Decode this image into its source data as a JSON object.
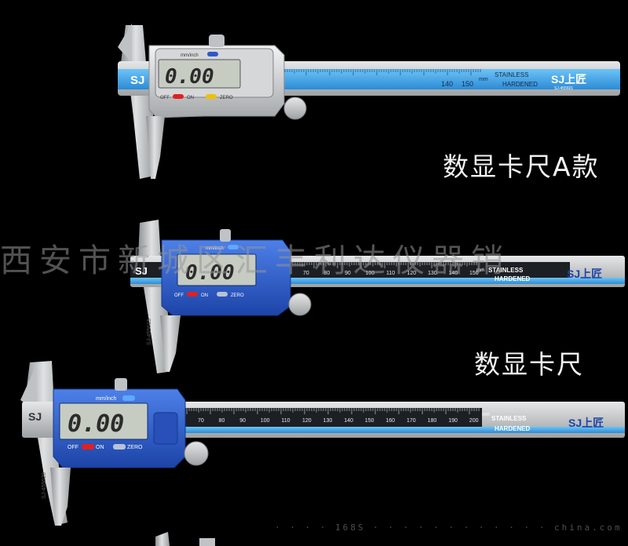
{
  "captions": {
    "a_model": "数显卡尺A款",
    "standard": "数显卡尺"
  },
  "watermark": "西安市新城区汇丰利达仪器销",
  "bottom_strip": "· · · · 168S · · · · · · · · · · · · china.com",
  "caliper_a": {
    "reading": "0.00",
    "unit_button": "mm/inch",
    "off_label": "OFF",
    "on_label": "ON",
    "zero_label": "ZERO",
    "beam_brand": "SJ",
    "scale_numbers": [
      "140",
      "150"
    ],
    "scale_unit": "mm",
    "stainless": "STAINLESS",
    "hardened": "HARDENED",
    "logo": "SJ上匠",
    "serial": "SJ-455601"
  },
  "caliper_b": {
    "reading": "0.00",
    "unit_button": "mm/inch",
    "off_label": "OFF",
    "on_label": "ON",
    "zero_label": "ZERO",
    "beam_brand": "SJ",
    "scale_numbers": [
      "70",
      "80",
      "90",
      "100",
      "110",
      "120",
      "130",
      "140",
      "150"
    ],
    "scale_unit": "mm",
    "stainless": "STAINLESS",
    "hardened": "HARDENED",
    "logo": "SJ上匠",
    "jaw_serial": "SJ-455615"
  },
  "caliper_c": {
    "reading": "0.00",
    "unit_button": "mm/inch",
    "off_label": "OFF",
    "on_label": "ON",
    "zero_label": "ZERO",
    "beam_brand": "SJ",
    "scale_numbers": [
      "70",
      "80",
      "90",
      "100",
      "110",
      "120",
      "130",
      "140",
      "150",
      "160",
      "170",
      "180",
      "190",
      "200"
    ],
    "scale_unit": "mm",
    "stainless": "STAINLESS",
    "hardened": "HARDENED",
    "logo": "SJ上匠",
    "jaw_serial": "SJ-455620"
  },
  "colors": {
    "background": "#000000",
    "steel": "#c8cacc",
    "blue_body": "#2a5fd0",
    "blue_scale": "#4aa8ea",
    "lcd": "#c6ccc2",
    "accent_red": "#e02020",
    "accent_yellow": "#f0c000"
  }
}
